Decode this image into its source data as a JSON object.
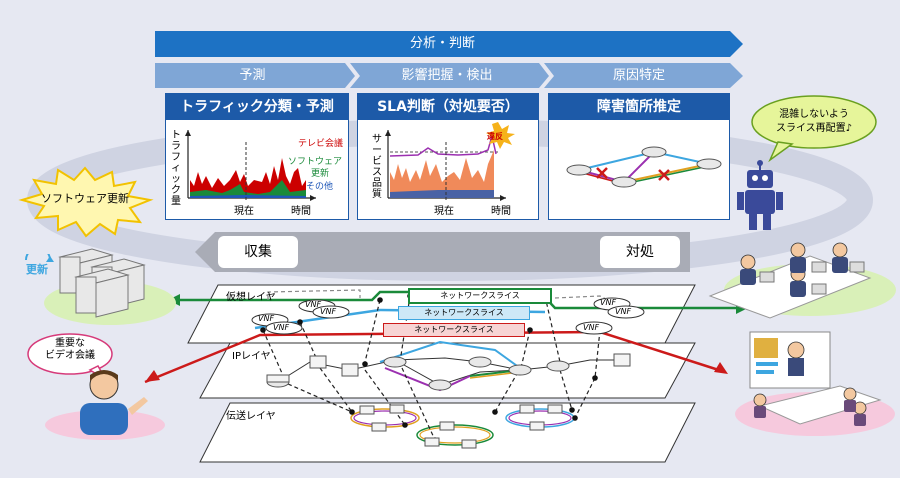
{
  "top_banner": {
    "label": "分析・判断"
  },
  "stages": [
    "予測",
    "影響把握・検出",
    "原因特定"
  ],
  "panels": [
    {
      "title": "トラフィック分類・予測",
      "ylabel": "トラフィック量",
      "xlabel_now": "現在",
      "xlabel_time": "時間",
      "legend": [
        "テレビ会議",
        "ソフトウェア",
        "更新",
        "その他"
      ]
    },
    {
      "title": "SLA判断（対処要否）",
      "ylabel": "サービス品質",
      "xlabel_now": "現在",
      "xlabel_time": "時間",
      "badge": "違反"
    },
    {
      "title": "障害箇所推定"
    }
  ],
  "colors": {
    "banner": "#1d72c4",
    "stage": "#7fa6d6",
    "panel_header": "#1d5aa8",
    "teleconf": "#cc0000",
    "software": "#1a8a3a",
    "other": "#1f57b8"
  },
  "speech_robot": {
    "line1": "混雑しないよう",
    "line2": "スライス再配置♪"
  },
  "burst_software": "ソフトウェア更新",
  "label_update": "更新",
  "bubble_video": {
    "line1": "重要な",
    "line2": "ビデオ会議"
  },
  "arrows": {
    "collect": "収集",
    "handle": "対処"
  },
  "layers": {
    "virtual": "仮想レイヤ",
    "ip": "IPレイヤ",
    "transport": "伝送レイヤ"
  },
  "slices": [
    "ネットワークスライス",
    "ネットワークスライス",
    "ネットワークスライス"
  ],
  "vnf_label": "VNF"
}
